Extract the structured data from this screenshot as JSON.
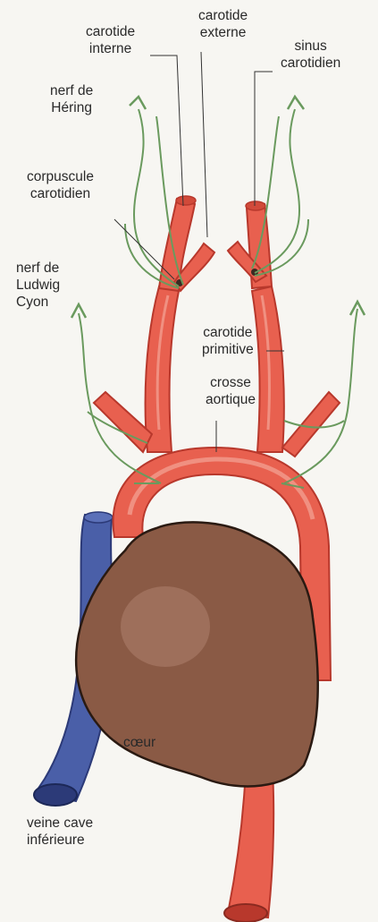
{
  "labels": {
    "carotide_interne": [
      "carotide",
      "interne"
    ],
    "carotide_externe": [
      "carotide",
      "externe"
    ],
    "sinus_carotidien": [
      "sinus",
      "carotidien"
    ],
    "nerf_hering": [
      "nerf de",
      "Héring"
    ],
    "corpuscule": [
      "corpuscule",
      "carotidien"
    ],
    "nerf_ludwig": [
      "nerf de",
      "Ludwig",
      "Cyon"
    ],
    "carotide_primitive": [
      "carotide",
      "primitive"
    ],
    "crosse_aortique": [
      "crosse",
      "aortique"
    ],
    "coeur": [
      "cœur"
    ],
    "veine_cave": [
      "veine cave",
      "inférieure"
    ]
  },
  "colors": {
    "artery": "#e8604f",
    "artery_dark": "#b8382c",
    "artery_light": "#f4a597",
    "vein": "#4a5fa8",
    "vein_dark": "#2c3a78",
    "heart": "#8a5a45",
    "heart_light": "#b58a76",
    "nerve": "#6a9a5e",
    "line": "#333333"
  }
}
